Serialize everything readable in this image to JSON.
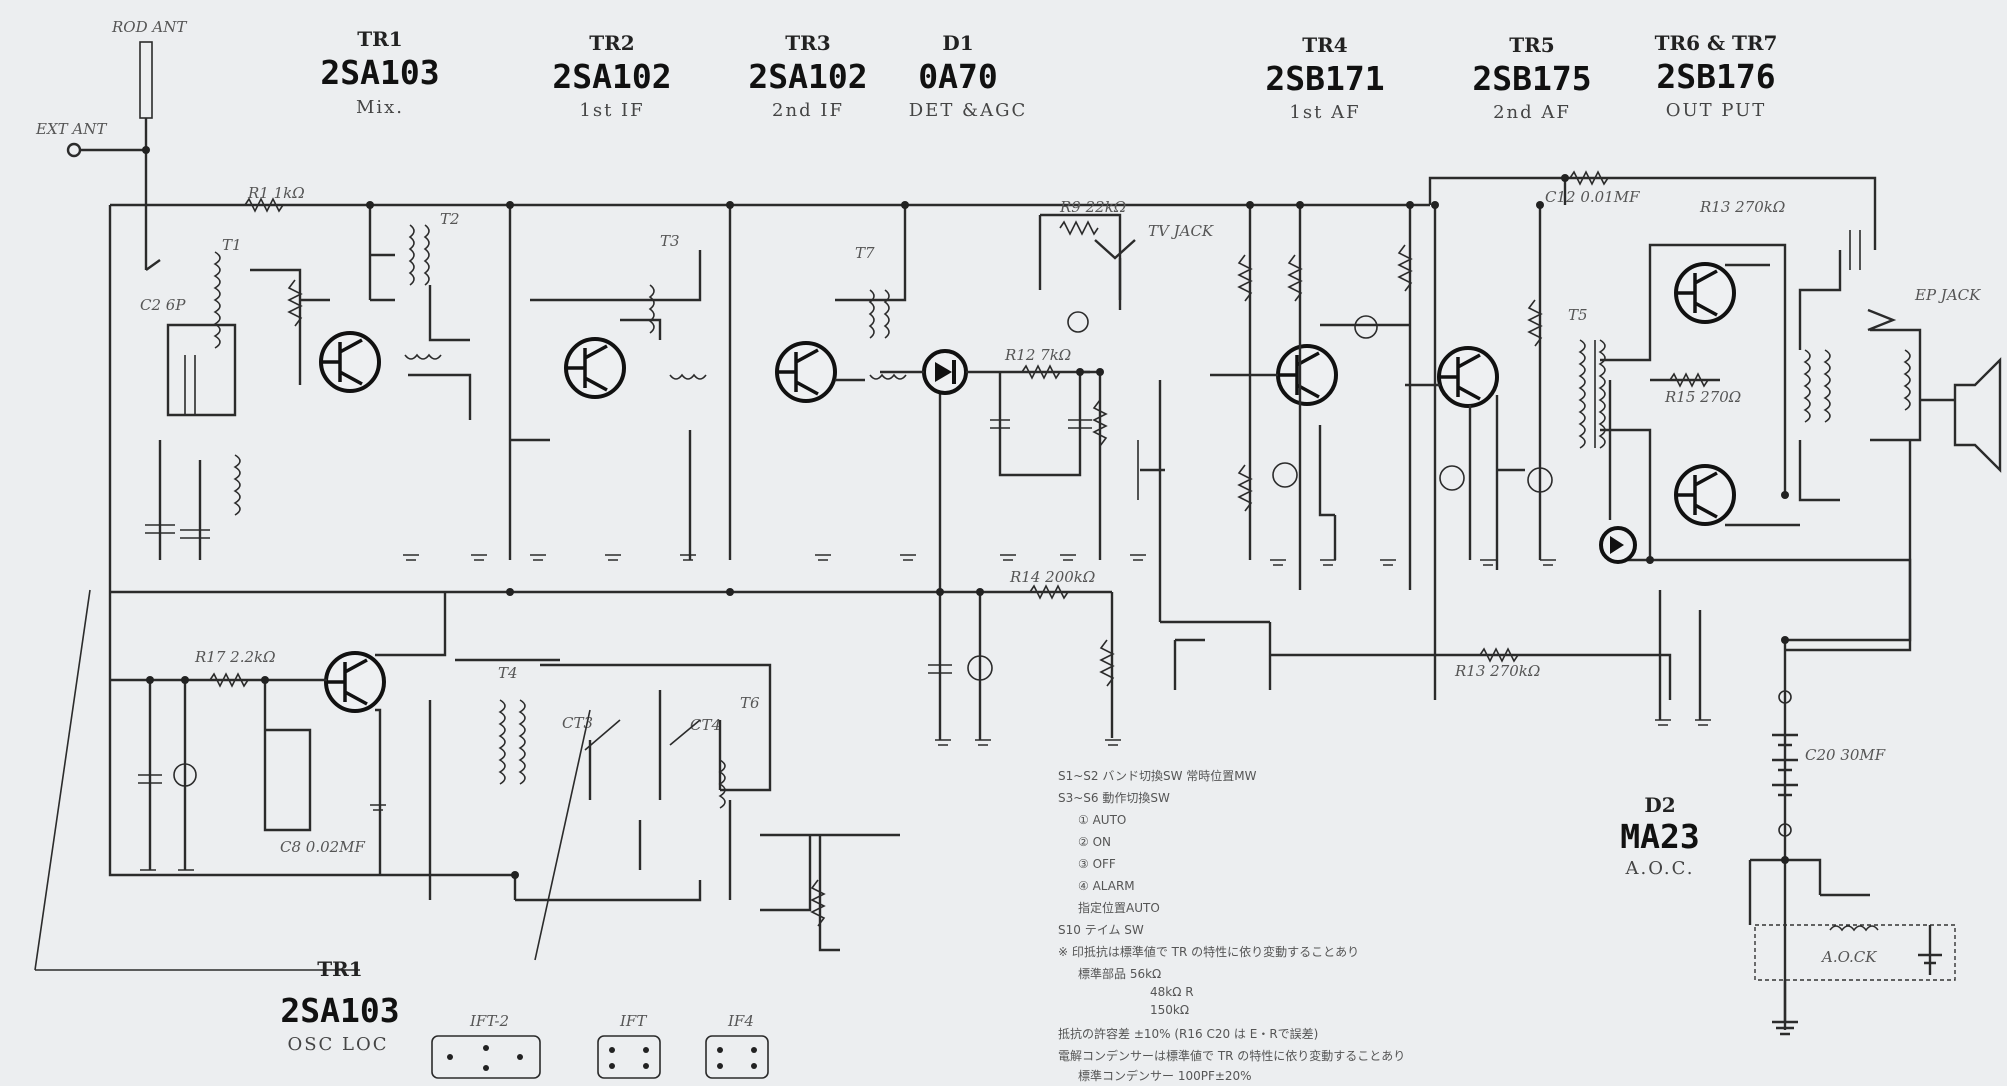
{
  "antennas": {
    "rod": "ROD ANT",
    "ext": "EXT ANT"
  },
  "stages": [
    {
      "ref": "TR1",
      "part": "2SA103",
      "func": "Mix."
    },
    {
      "ref": "TR2",
      "part": "2SA102",
      "func": "1st IF"
    },
    {
      "ref": "TR3",
      "part": "2SA102",
      "func": "2nd IF"
    },
    {
      "ref": "D1",
      "part": "0A70",
      "func": "DET &AGC"
    },
    {
      "ref": "TR4",
      "part": "2SB171",
      "func": "1st AF"
    },
    {
      "ref": "TR5",
      "part": "2SB175",
      "func": "2nd AF"
    },
    {
      "ref": "TR6 & TR7",
      "part": "2SB176",
      "func": "OUT PUT"
    }
  ],
  "osc": {
    "ref": "TR1",
    "part": "2SA103",
    "func": "OSC LOC"
  },
  "diode2": {
    "ref": "D2",
    "part": "MA23",
    "func": "A.O.C."
  },
  "labels": {
    "jacks": [
      "TV JACK",
      "EP JACK"
    ],
    "coils": [
      "T1",
      "T2",
      "T3",
      "T4",
      "T5",
      "T6",
      "T7"
    ],
    "trimmers": [
      "CT3",
      "CT4"
    ],
    "clock": "A.O.CK",
    "components": [
      "R1 1kΩ",
      "R9 22kΩ",
      "R12 7kΩ",
      "R13 270kΩ",
      "R14 200kΩ",
      "R15 270Ω",
      "R17 2.2kΩ",
      "C2 6P",
      "C8 0.02MF",
      "C12 0.01MF",
      "C20 30MF"
    ]
  },
  "notes": [
    "S1~S2 バンド切換SW 常時位置MW",
    "S3~S6 動作切換SW",
    "① AUTO",
    "② ON",
    "③ OFF",
    "④ ALARM",
    "指定位置AUTO",
    "S10 テイム SW",
    "※ 印抵抗は標準値で TR の特性に依り変動することあり",
    "標準部品 56kΩ",
    "48kΩ R",
    "150kΩ",
    "抵抗の許容差 ±10% (R16 C20 は E・Rで誤差)",
    "電解コンデンサーは標準値で TR の特性に依り変動することあり",
    "標準コンデンサー 100PF±20%"
  ],
  "bottom_parts": [
    "IFT-2",
    "IFT",
    "IF4"
  ]
}
